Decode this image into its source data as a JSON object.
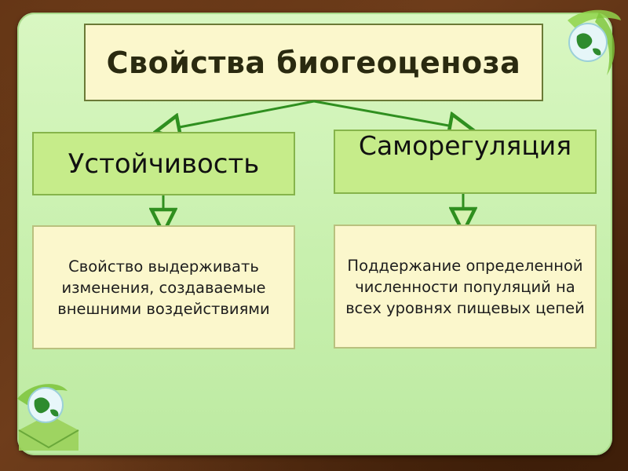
{
  "diagram": {
    "title": "Свойства биогеоценоза",
    "properties": [
      {
        "label": "Устойчивость",
        "description": "Свойство выдерживать изменения, создаваемые внешними воздействиями"
      },
      {
        "label": "Саморегуляция",
        "description": "Поддержание определенной численности популяций на всех уровнях пищевых цепей"
      }
    ]
  },
  "colors": {
    "panel_background": "#c8f0ae",
    "title_box": "#fbf7cc",
    "property_box": "#c6ec8a",
    "description_box": "#fbf7cc",
    "arrow": "#2f8f1f",
    "frame": "#5a2f12"
  },
  "icons": {
    "top_right": "globe-leaf-icon",
    "bottom_left": "globe-leaf-icon"
  }
}
